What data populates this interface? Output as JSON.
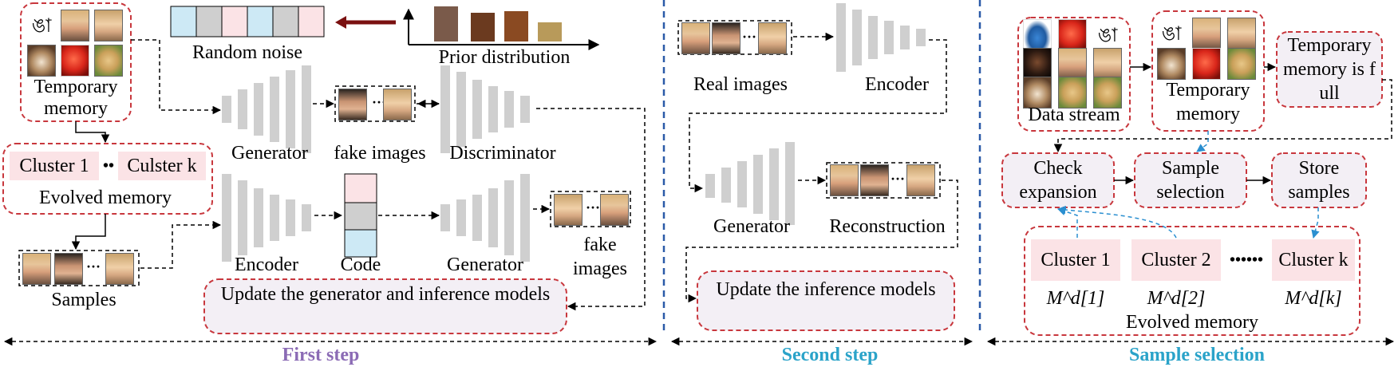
{
  "colors": {
    "dash_red": "#c8373d",
    "divider_blue": "#2b5aa8",
    "pink_fill": "#fbe3e6",
    "blue_fill": "#cde9f5",
    "gray_fill": "#cfcfcf",
    "first_step": "#8b6bb5",
    "second_step": "#2aa3c9",
    "sample_selection": "#2aa3c9"
  },
  "first_step": {
    "temporary_memory": "Temporary memory",
    "random_noise": "Random noise",
    "prior_distribution": "Prior distribution",
    "generator_top": "Generator",
    "fake_images_top": "fake images",
    "discriminator": "Discriminator",
    "cluster_1": "Cluster 1",
    "dots": "••",
    "cluster_k": "Culster k",
    "evolved_memory": "Evolved memory",
    "samples": "Samples",
    "encoder": "Encoder",
    "code": "Code",
    "generator_bottom": "Generator",
    "fake_images_bottom": "fake images",
    "update_box": "Update the generator and inference models",
    "step_label": "First step"
  },
  "second_step": {
    "real_images": "Real images",
    "encoder": "Encoder",
    "generator": "Generator",
    "reconstruction": "Reconstruction",
    "update_box": "Update the inference models",
    "step_label": "Second step"
  },
  "sample_selection": {
    "data_stream": "Data stream",
    "temporary_memory": "Temporary memory",
    "memory_full": "Temporary memory is full",
    "check_expansion": "Check expansion",
    "sample_selection_box": "Sample selection",
    "store_samples": "Store samples",
    "cluster_1": "Cluster 1",
    "cluster_2": "Cluster 2",
    "dots": "••••••",
    "cluster_k": "Cluster k",
    "m1": "M^d[1]",
    "m2": "M^d[2]",
    "mk": "M^d[k]",
    "evolved_memory": "Evolved memory",
    "step_label": "Sample selection"
  },
  "icons": {
    "glyph": "ঙা",
    "ellipsis": "···"
  }
}
